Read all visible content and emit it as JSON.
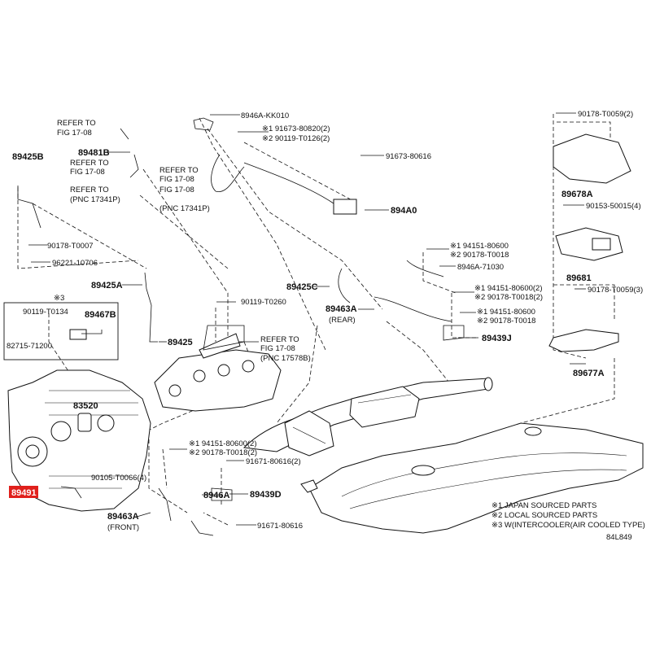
{
  "labels": {
    "refer_fig_1708_a": [
      "REFER TO",
      "FIG 17-08"
    ],
    "p_8946A_KK010": "8946A-KK010",
    "p_91673_80820": "※1 91673-80820(2)",
    "p_90119_T0126": "※2 90119-T0126(2)",
    "p_90178_T0059_2": "90178-T0059(2)",
    "p_89425B": "89425B",
    "p_89481B": "89481B",
    "refer_fig_1708_b": [
      "REFER TO",
      "FIG 17-08"
    ],
    "refer_fig_1708_c": [
      "REFER TO",
      "FIG 17-08"
    ],
    "refer_fig_1708_d": [
      "REFER TO",
      "FIG 17-08"
    ],
    "pnc_17341P_a": "(PNC 17341P)",
    "pnc_17341P_b": "(PNC 17341P)",
    "p_91673_80616": "91673-80616",
    "p_89678A": "89678A",
    "p_90153_50015": "90153-50015(4)",
    "p_894A0": "894A0",
    "p_90178_T0007": "90178-T0007",
    "p_96221_10706": "96221-10706",
    "p_94151_80600_a": "※1 94151-80600",
    "p_90178_T0018_a": "※2 90178-T0018",
    "p_8946A_71030": "8946A-71030",
    "p_89681": "89681",
    "p_94151_80600_b": "※1 94151-80600(2)",
    "p_90178_T0018_b": "※2 90178-T0018(2)",
    "p_90178_T0059_3": "90178-T0059(3)",
    "p_89425A": "89425A",
    "p_89425C": "89425C",
    "p_89463A_rear": "89463A",
    "rear": "(REAR)",
    "p_94151_80600_c": "※1 94151-80600",
    "p_90178_T0018_c": "※2 90178-T0018",
    "p_89439J": "89439J",
    "note3_marker": "※3",
    "p_90119_T0134": "90119-T0134",
    "p_89467B": "89467B",
    "p_82715_71200": "82715-71200",
    "p_90119_T0260": "90119-T0260",
    "p_89425": "89425",
    "refer_fig_1708_e": [
      "REFER TO",
      "FIG 17-08"
    ],
    "pnc_17578B": "(PNC 17578B)",
    "p_89677A": "89677A",
    "p_83520": "83520",
    "p_94151_80600_d": "※1 94151-80600(2)",
    "p_90178_T0018_d": "※2 90178-T0018(2)",
    "p_91671_80616_2": "91671-80616(2)",
    "p_90105_T0066": "90105-T0066(4)",
    "p_89491": "89491",
    "p_8946A": "8946A",
    "p_89439D": "89439D",
    "p_89463A_front": "89463A",
    "front": "(FRONT)",
    "p_91671_80616": "91671-80616",
    "notes": [
      "※1 JAPAN SOURCED PARTS",
      "※2 LOCAL SOURCED PARTS",
      "※3 W(INTERCOOLER(AIR COOLED TYPE)"
    ],
    "fig_code": "84L849"
  },
  "colors": {
    "line": "#111111",
    "highlight": "#e0201c"
  }
}
